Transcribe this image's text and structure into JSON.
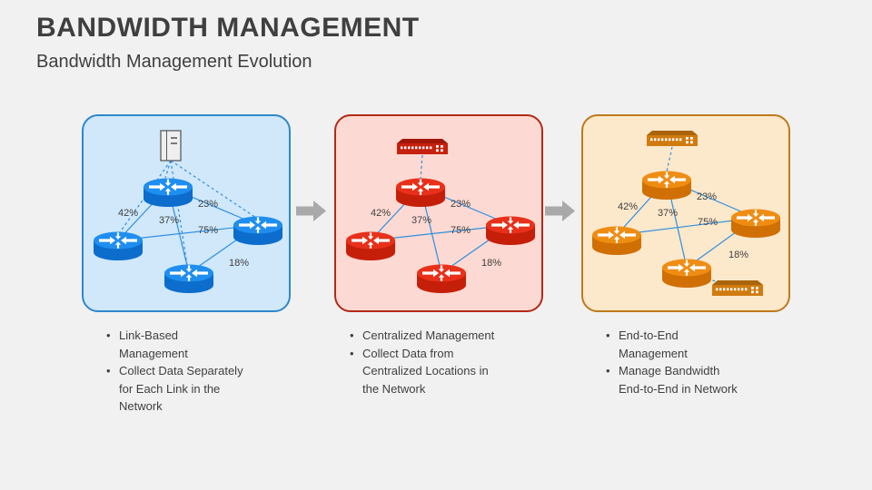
{
  "slide": {
    "title": "BANDWIDTH MANAGEMENT",
    "subtitle": "Bandwidth Management Evolution"
  },
  "colors": {
    "background": "#f1f1f2",
    "text": "#3f3f3f",
    "connector": "#2f8fe0",
    "arrow": "#a9a9a9"
  },
  "icons": {
    "router": "cylinder-router-with-inward-arrows",
    "server": "tower-server",
    "switch": "rack-switch-with-ports",
    "flow_arrow": "right-block-arrow"
  },
  "panels": [
    {
      "label": "link-based",
      "device": "tower-server",
      "colors": {
        "box_bg": "#d0e8fa",
        "box_border": "#2f88c9",
        "rtop": "#1f8ef0",
        "rbody": "#0c6dcc"
      },
      "percents": [
        "42%",
        "37%",
        "23%",
        "75%",
        "18%"
      ],
      "bullets": [
        "Link-Based\nManagement",
        "Collect Data Separately\nfor Each Link in the\nNetwork"
      ]
    },
    {
      "label": "centralized",
      "device": "rack-switch",
      "colors": {
        "box_bg": "#fcd9d2",
        "box_border": "#b22a17",
        "rtop": "#e8301a",
        "rbody": "#c51f09",
        "dev": "#c6210e",
        "devtop": "#a01708"
      },
      "percents": [
        "42%",
        "37%",
        "23%",
        "75%",
        "18%"
      ],
      "bullets": [
        "Centralized Management",
        "Collect Data from\nCentralized Locations in\nthe Network"
      ]
    },
    {
      "label": "end-to-end",
      "device": "rack-switch",
      "colors": {
        "box_bg": "#fce8cb",
        "box_border": "#bf7a1c",
        "rtop": "#ef8d13",
        "rbody": "#d06f04",
        "dev": "#d07b10",
        "devtop": "#a9640c"
      },
      "percents": [
        "42%",
        "37%",
        "23%",
        "75%",
        "18%"
      ],
      "bullets": [
        "End-to-End\nManagement",
        "Manage Bandwidth\nEnd-to-End in Network"
      ]
    }
  ]
}
